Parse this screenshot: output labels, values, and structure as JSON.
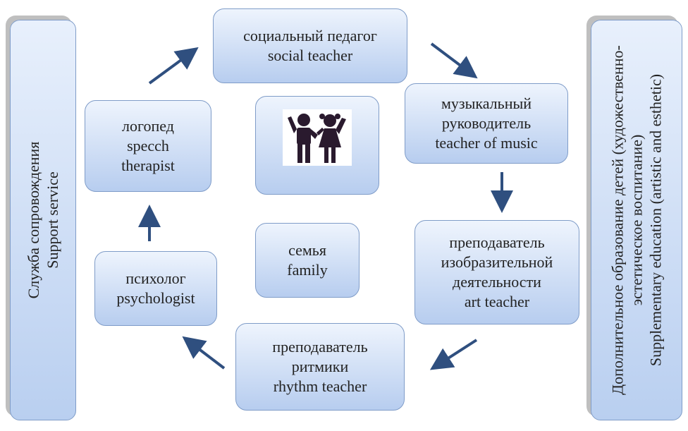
{
  "left_panel": {
    "line1": "Служба сопровождения",
    "line2": "Support service"
  },
  "right_panel": {
    "line1": "Дополнительное образование детей (художественно-",
    "line2": "эстетическое воспитание)",
    "line3": "Supplementary education (artistic and esthetic)"
  },
  "nodes": {
    "social_teacher": {
      "ru": "социальный педагог",
      "en": "social teacher"
    },
    "music_teacher": {
      "ru1": "музыкальный",
      "ru2": "руководитель",
      "en": "teacher of music"
    },
    "art_teacher": {
      "ru1": "преподаватель",
      "ru2": "изобразительной",
      "ru3": "деятельности",
      "en": "art teacher"
    },
    "rhythm_teacher": {
      "ru1": "преподаватель",
      "ru2": "ритмики",
      "en": "rhythm teacher"
    },
    "psychologist": {
      "ru": "психолог",
      "en": "psychologist"
    },
    "speech_therapist": {
      "ru": "логопед",
      "en1": "specch",
      "en2": "therapist"
    },
    "family": {
      "ru": "семья",
      "en": "family"
    }
  },
  "center_icon": "children-icon",
  "colors": {
    "box_top": "#eef4fd",
    "box_bottom": "#b7cdef",
    "border": "#7f9cc8",
    "arrow": "#2f4f7f",
    "icon": "#2a1a2e"
  }
}
